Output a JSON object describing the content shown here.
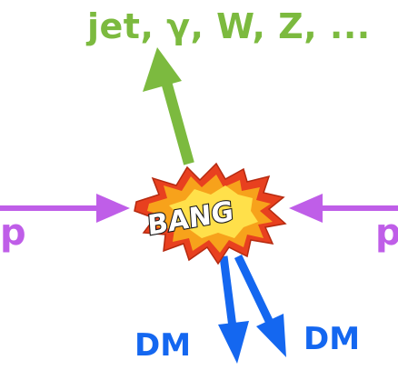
{
  "labels": {
    "products": "jet, γ, W, Z, ...",
    "proton_left": "p",
    "proton_right": "p",
    "dark_matter_1": "DM",
    "dark_matter_2": "DM",
    "bang": "BANG"
  },
  "colors": {
    "products": "#7cba3f",
    "proton": "#bf5ee8",
    "dark_matter": "#1467f0",
    "burst_outer": "#e8401f",
    "burst_inner": "#f7a21b",
    "burst_core": "#ffe04a",
    "bang_text_fill": "#ffffff",
    "bang_text_stroke": "#1a1a1a"
  },
  "icons": {
    "collision": "explosion-burst-icon"
  }
}
